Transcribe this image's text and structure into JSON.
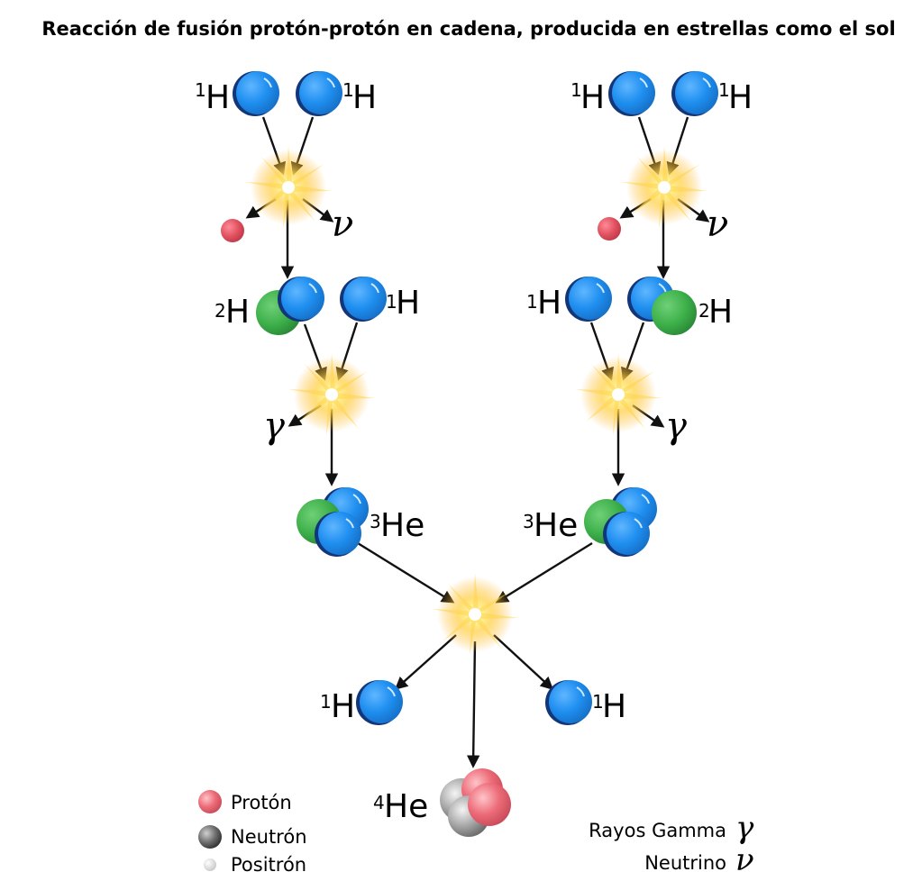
{
  "title": "Reacción de fusión protón-protón en cadena, producida en estrellas como el sol",
  "labels": {
    "h1_mass": "1",
    "h2_mass": "2",
    "he3_mass": "3",
    "he4_mass": "4",
    "h_symbol": "H",
    "he_symbol": "He",
    "gamma_symbol": "γ",
    "neutrino_symbol": "ν"
  },
  "legend": {
    "proton": "Protón",
    "neutron": "Neutrón",
    "positron": "Positrón",
    "gamma_rays": "Rayos Gamma",
    "neutrino": "Neutrino"
  },
  "colors": {
    "proton_blue": "#1f8ff0",
    "deuterium_green": "#3db04a",
    "positron_red": "#e0505f",
    "legend_proton": "#ec6b78",
    "legend_neutron": "#707070",
    "legend_positron": "#d6d6d6",
    "flash": "#ffcf40"
  }
}
